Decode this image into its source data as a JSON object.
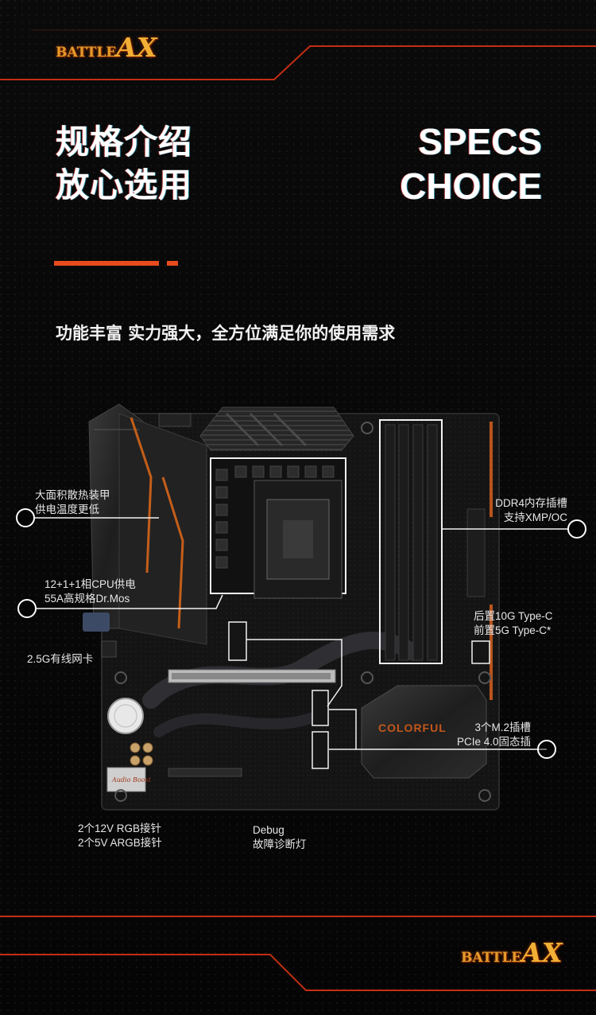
{
  "brand": {
    "logo_small": "BATTLE",
    "logo_big": "AX",
    "accent_color": "#e84b1e",
    "gold_color": "#e39b2a"
  },
  "heading": {
    "cn_line1": "规格介绍",
    "cn_line2": "放心选用",
    "en_line1": "SPECS",
    "en_line2": "CHOICE"
  },
  "tagline": "功能丰富 实力强大，全方位满足你的使用需求",
  "board": {
    "silkscreen_brand": "COLORFUL",
    "audio_chip_label": "Audio Boost"
  },
  "callouts": {
    "heatsink_l1": "大面积散热装甲",
    "heatsink_l2": "供电温度更低",
    "vrm_l1": "12+1+1相CPU供电",
    "vrm_l2": "55A高规格Dr.Mos",
    "lan": "2.5G有线网卡",
    "rgb_l1": "2个12V RGB接针",
    "rgb_l2": "2个5V ARGB接针",
    "debug_l1": "Debug",
    "debug_l2": "故障诊断灯",
    "ddr_l1": "DDR4内存插槽",
    "ddr_l2": "支持XMP/OC",
    "typec_l1": "后置10G Type-C",
    "typec_l2": "前置5G Type-C*",
    "m2_l1": "3个M.2插槽",
    "m2_l2": "PCIe 4.0固态插"
  }
}
